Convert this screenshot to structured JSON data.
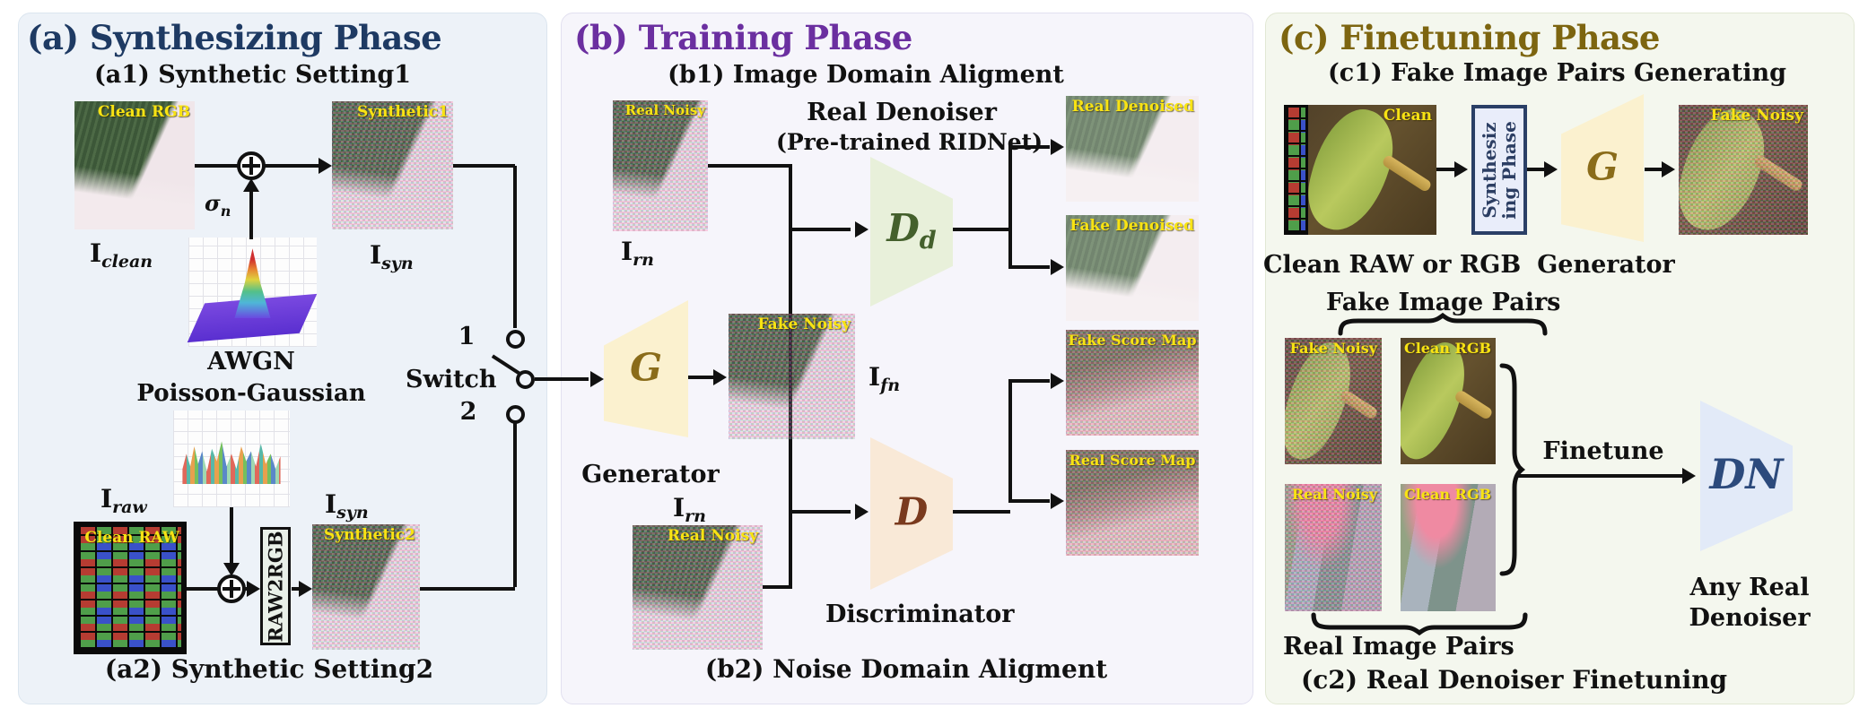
{
  "panel_a": {
    "title": "(a) Synthesizing Phase",
    "caption_top": "(a1) Synthetic Setting1",
    "caption_bottom": "(a2) Synthetic Setting2",
    "images": {
      "clean_rgb": "Clean RGB",
      "synthetic1": "Synthetic1",
      "clean_raw": "Clean RAW",
      "synthetic2": "Synthetic2"
    },
    "labels": {
      "i_clean": {
        "base": "I",
        "sub": "clean"
      },
      "i_syn_top": {
        "base": "I",
        "sub": "syn"
      },
      "i_raw": {
        "base": "I",
        "sub": "raw"
      },
      "i_syn_bottom": {
        "base": "I",
        "sub": "syn"
      },
      "sigma": {
        "base": "σ",
        "sub": "n"
      },
      "awgn": "AWGN",
      "poisson": "Poisson-Gaussian",
      "raw2rgb": "RAW2RGB"
    },
    "switch": {
      "label": "Switch",
      "pos1": "1",
      "pos2": "2"
    }
  },
  "panel_b": {
    "title": "(b) Training Phase",
    "caption_top": "(b1) Image Domain Aligment",
    "caption_bottom": "(b2) Noise Domain Aligment",
    "denoiser_line1": "Real Denoiser",
    "denoiser_line2": "(Pre-trained RIDNet)",
    "generator_letter": "G",
    "generator_label": "Generator",
    "dd_letter": {
      "base": "D",
      "sub": "d"
    },
    "d_letter": "D",
    "discriminator_label": "Discriminator",
    "images": {
      "real_noisy_top": "Real Noisy",
      "fake_noisy": "Fake Noisy",
      "real_noisy_bottom": "Real Noisy",
      "real_denoised": "Real Denoised",
      "fake_denoised": "Fake Denoised",
      "fake_score": "Fake Score Map",
      "real_score": "Real Score Map"
    },
    "labels": {
      "i_rn_top": {
        "base": "I",
        "sub": "rn"
      },
      "i_fn": {
        "base": "I",
        "sub": "fn"
      },
      "i_rn_bottom": {
        "base": "I",
        "sub": "rn"
      }
    }
  },
  "panel_c": {
    "title": "(c) Finetuning Phase",
    "caption_top": "(c1) Fake Image Pairs Generating",
    "caption_bottom": "(c2) Real Denoiser Finetuning",
    "synth_box_line1": "Synthesiz",
    "synth_box_line2": "ing Phase",
    "generator_letter": "G",
    "generator_label": "Generator",
    "clean_raw_or_rgb": "Clean RAW or RGB",
    "fake_pairs_label": "Fake Image Pairs",
    "real_pairs_label": "Real Image Pairs",
    "finetune_label": "Finetune",
    "dn_letter": "DN",
    "any_real_line1": "Any Real",
    "any_real_line2": "Denoiser",
    "images": {
      "clean": "Clean",
      "fake_noisy_top": "Fake Noisy",
      "fake_noisy_pair": "Fake Noisy",
      "clean_rgb_pair": "Clean RGB",
      "real_noisy_pair": "Real Noisy",
      "clean_rgb_pair2": "Clean RGB"
    }
  },
  "colors": {
    "panel_a_title": "#1e3a63",
    "panel_b_title": "#6b2fa0",
    "panel_c_title": "#7d6510",
    "panel_a_bg": "#edf2f8",
    "panel_b_bg": "#f6f5fb",
    "panel_c_bg": "#f4f7ee",
    "generator_fill": "#fbf1cf",
    "generator_letter": "#8a6c1a",
    "dd_fill": "#e8f0da",
    "dd_letter": "#44602c",
    "d_fill": "#f9e9d7",
    "d_letter": "#7a3a1e",
    "dn_fill": "#e2eaf8",
    "dn_letter": "#2c4a7c",
    "image_label": "#f8e313"
  }
}
